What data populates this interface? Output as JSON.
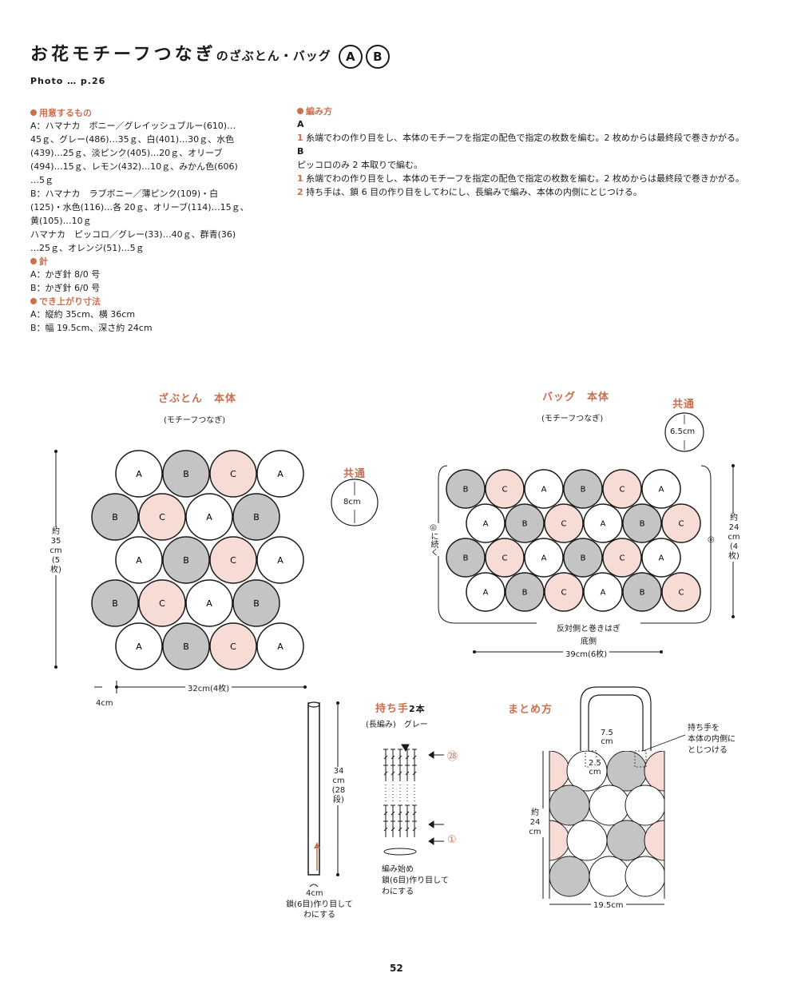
{
  "header": {
    "title_main": "お花モチーフつなぎ",
    "title_sub": "のざぶとん・バッグ",
    "badge_a": "A",
    "badge_b": "B",
    "photo_ref": "Photo … p.26"
  },
  "materials": {
    "heading": "用意するもの",
    "lines": [
      "A：ハマナカ　ボニー／グレイッシュブルー(610)…",
      "45ｇ、グレー(486)…35ｇ、白(401)…30ｇ、水色",
      "(439)…25ｇ、淡ピンク(405)…20ｇ、オリーブ",
      "(494)…15ｇ、レモン(432)…10ｇ、みかん色(606)",
      "…5ｇ",
      "B：ハマナカ　ラブボニー／薄ピンク(109)・白",
      "(125)・水色(116)…各 20ｇ、オリーブ(114)…15ｇ、",
      "黄(105)…10ｇ",
      "ハマナカ　ピッコロ／グレー(33)…40ｇ、群青(36)",
      "…25ｇ、オレンジ(51)…5ｇ"
    ]
  },
  "needles": {
    "heading": "針",
    "lines": [
      "A：かぎ針 8/0 号",
      "B：かぎ針 6/0 号"
    ]
  },
  "size": {
    "heading": "でき上がり寸法",
    "lines": [
      "A：縦約 35cm、横 36cm",
      "B：幅 19.5cm、深さ約 24cm"
    ]
  },
  "method": {
    "heading": "編み方",
    "a_label": "A",
    "a_step1_num": "1",
    "a_step1": "糸端でわの作り目をし、本体のモチーフを指定の配色で指定の枚数を編む。2 枚めからは最終段で巻きかがる。",
    "b_label": "B",
    "b_note": "ピッコロのみ 2 本取りで編む。",
    "b_step1_num": "1",
    "b_step1": "糸端でわの作り目をし、本体のモチーフを指定の配色で指定の枚数を編む。2 枚めからは最終段で巻きかがる。",
    "b_step2_num": "2",
    "b_step2": "持ち手は、鎖 6 目の作り目をしてわにし、長編みで編み、本体の内側にとじつける。"
  },
  "cushion": {
    "title": "ざぶとん　本体",
    "subtitle": "(モチーフつなぎ)",
    "rows": [
      [
        "A",
        "B",
        "C",
        "A"
      ],
      [
        "B",
        "C",
        "A",
        "B"
      ],
      [
        "A",
        "B",
        "C",
        "A"
      ],
      [
        "B",
        "C",
        "A",
        "B"
      ],
      [
        "A",
        "B",
        "C",
        "A"
      ]
    ],
    "height_label": [
      "約",
      "35",
      "cm",
      "(5",
      "枚)"
    ],
    "width_label": "32cm(4枚)",
    "offset_label": "4cm",
    "common_title": "共通",
    "common_size": "8cm"
  },
  "bag": {
    "title": "バッグ　本体",
    "subtitle": "(モチーフつなぎ)",
    "rows": [
      [
        "B",
        "C",
        "A",
        "B",
        "C",
        "A"
      ],
      [
        "A",
        "B",
        "C",
        "A",
        "B",
        "C"
      ],
      [
        "B",
        "C",
        "A",
        "B",
        "C",
        "A"
      ],
      [
        "A",
        "B",
        "C",
        "A",
        "B",
        "C"
      ]
    ],
    "height_label": [
      "約",
      "24",
      "cm",
      "(4",
      "枚)"
    ],
    "side_note": "◎に続く",
    "side_mark": "◎",
    "bottom_note": "反対側と巻きはぎ",
    "bottom_label": "底側",
    "width_label": "39cm(6枚)",
    "common_title": "共通",
    "common_size": "6.5cm"
  },
  "handle": {
    "title": "持ち手",
    "count": "2本",
    "stitch": "(長編み)　グレー",
    "length_label": [
      "34",
      "cm",
      "(28",
      "段)"
    ],
    "width_label": "4cm",
    "start_note": [
      "鎖(6目)作り目して",
      "わにする"
    ],
    "row_28": "㉘",
    "row_1": "①",
    "chart_start": [
      "編み始め",
      "鎖(6目)作り目して",
      "わにする"
    ]
  },
  "assembly": {
    "title": "まとめ方",
    "note": [
      "持ち手を",
      "本体の内側に",
      "とじつける"
    ],
    "gap_label": [
      "7.5",
      "cm"
    ],
    "handle_depth": [
      "2.5",
      "cm"
    ],
    "height_label": [
      "約",
      "24",
      "cm"
    ],
    "width_label": "19.5cm"
  },
  "footer": {
    "page_number": "52"
  },
  "colors": {
    "accent": "#c9704f",
    "motif_a": "#ffffff",
    "motif_b": "#c4c4c4",
    "motif_c": "#f7dcd6",
    "ink": "#1a1a1a"
  }
}
